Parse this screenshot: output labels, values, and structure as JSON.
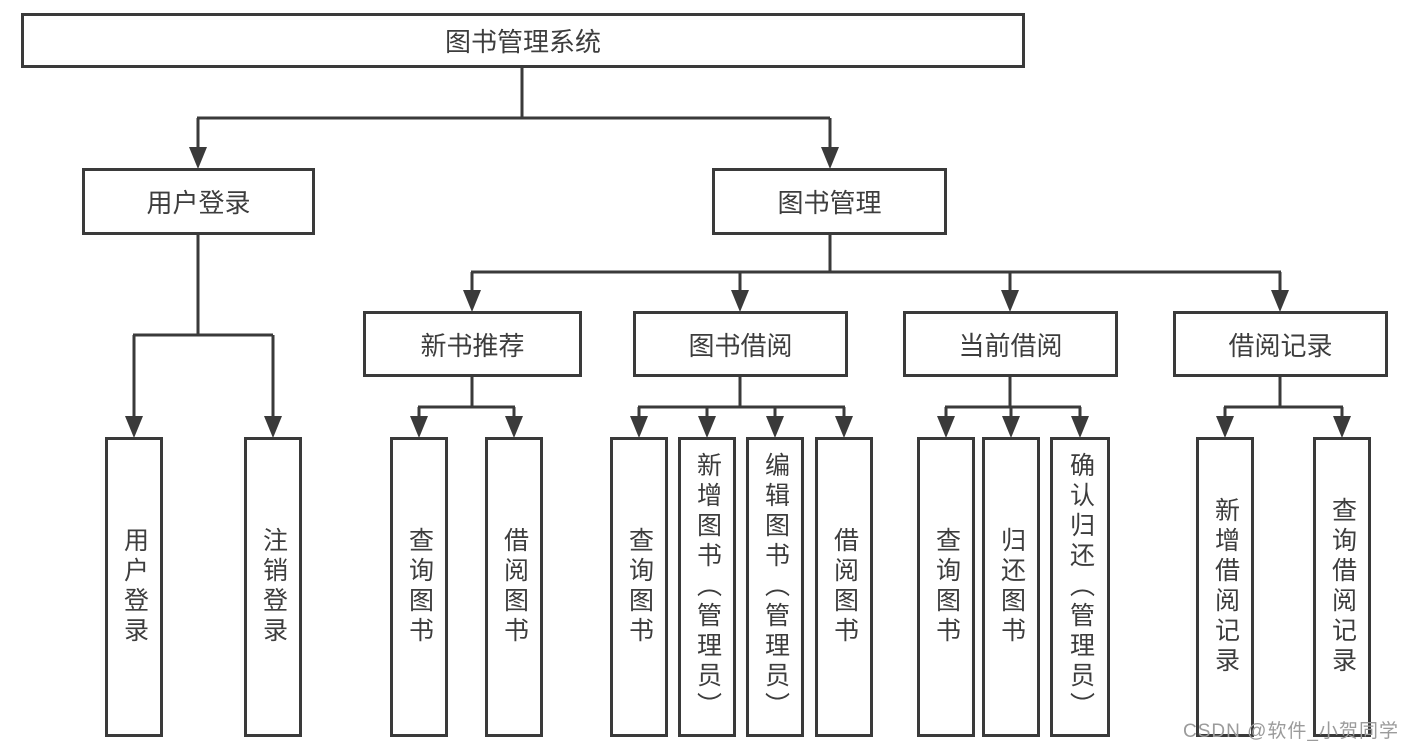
{
  "diagram": {
    "root": {
      "label": "图书管理系统"
    },
    "branches": [
      {
        "label": "用户登录",
        "children": [
          {
            "label": "用户登录"
          },
          {
            "label": "注销登录"
          }
        ]
      },
      {
        "label": "图书管理",
        "sections": [
          {
            "label": "新书推荐",
            "children": [
              {
                "label": "查询图书"
              },
              {
                "label": "借阅图书"
              }
            ]
          },
          {
            "label": "图书借阅",
            "children": [
              {
                "label": "查询图书"
              },
              {
                "label": "新增图书（管理员）"
              },
              {
                "label": "编辑图书（管理员）"
              },
              {
                "label": "借阅图书"
              }
            ]
          },
          {
            "label": "当前借阅",
            "children": [
              {
                "label": "查询图书"
              },
              {
                "label": "归还图书"
              },
              {
                "label": "确认归还（管理员）"
              }
            ]
          },
          {
            "label": "借阅记录",
            "children": [
              {
                "label": "新增借阅记录"
              },
              {
                "label": "查询借阅记录"
              }
            ]
          }
        ]
      }
    ]
  },
  "watermark": {
    "text": "CSDN @软件_小贺同学"
  },
  "colors": {
    "line": "#3a3a3a",
    "text": "#3d3d3d",
    "watermark_gray": "#9b9b9b",
    "background": "#ffffff"
  }
}
